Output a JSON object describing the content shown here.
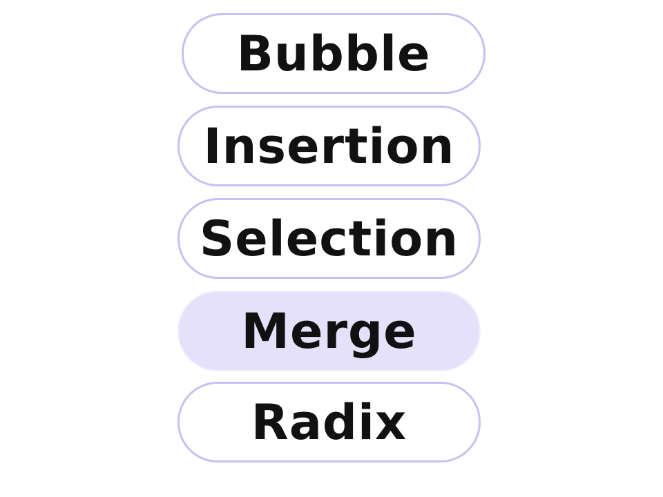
{
  "options": [
    {
      "label": "Bubble",
      "selected": false
    },
    {
      "label": "Insertion",
      "selected": false
    },
    {
      "label": "Selection",
      "selected": false
    },
    {
      "label": "Merge",
      "selected": true
    },
    {
      "label": "Radix",
      "selected": false
    }
  ],
  "colors": {
    "border": "#c9bff2",
    "selected_fill": "#e6e1fb",
    "text": "#111111",
    "background": "#ffffff"
  }
}
